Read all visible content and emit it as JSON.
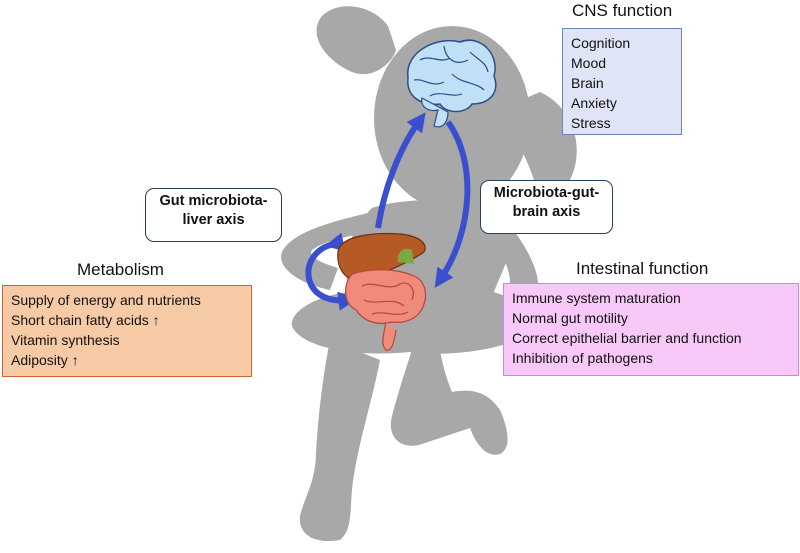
{
  "colors": {
    "silhouette": "#a8a8a8",
    "arrow": "#3a4fcf",
    "cns_fill": "#dfe5f6",
    "cns_border": "#6f82c0",
    "metabolism_fill": "#f7caa6",
    "metabolism_border": "#d2642f",
    "intestinal_fill": "#f8c8f8",
    "intestinal_border": "#c88ad8"
  },
  "icons": {
    "brain": "brain-icon",
    "liver": "liver-icon",
    "intestine": "intestine-icon",
    "child": "child-silhouette"
  },
  "cns": {
    "title": "CNS function",
    "items": [
      "Cognition",
      "Mood",
      "Brain",
      "Anxiety",
      "Stress"
    ]
  },
  "metabolism": {
    "title": "Metabolism",
    "items": [
      "Supply of energy and nutrients",
      "Short chain fatty acids ↑",
      "Vitamin synthesis",
      "Adiposity ↑"
    ]
  },
  "intestinal": {
    "title": "Intestinal function",
    "items": [
      "Immune system maturation",
      "Normal gut motility",
      "Correct epithelial barrier and function",
      "Inhibition of pathogens"
    ]
  },
  "liver_axis": {
    "lines": [
      "Gut microbiota-",
      "liver axis"
    ]
  },
  "brain_axis": {
    "lines": [
      "Microbiota-gut-",
      "brain axis"
    ]
  }
}
